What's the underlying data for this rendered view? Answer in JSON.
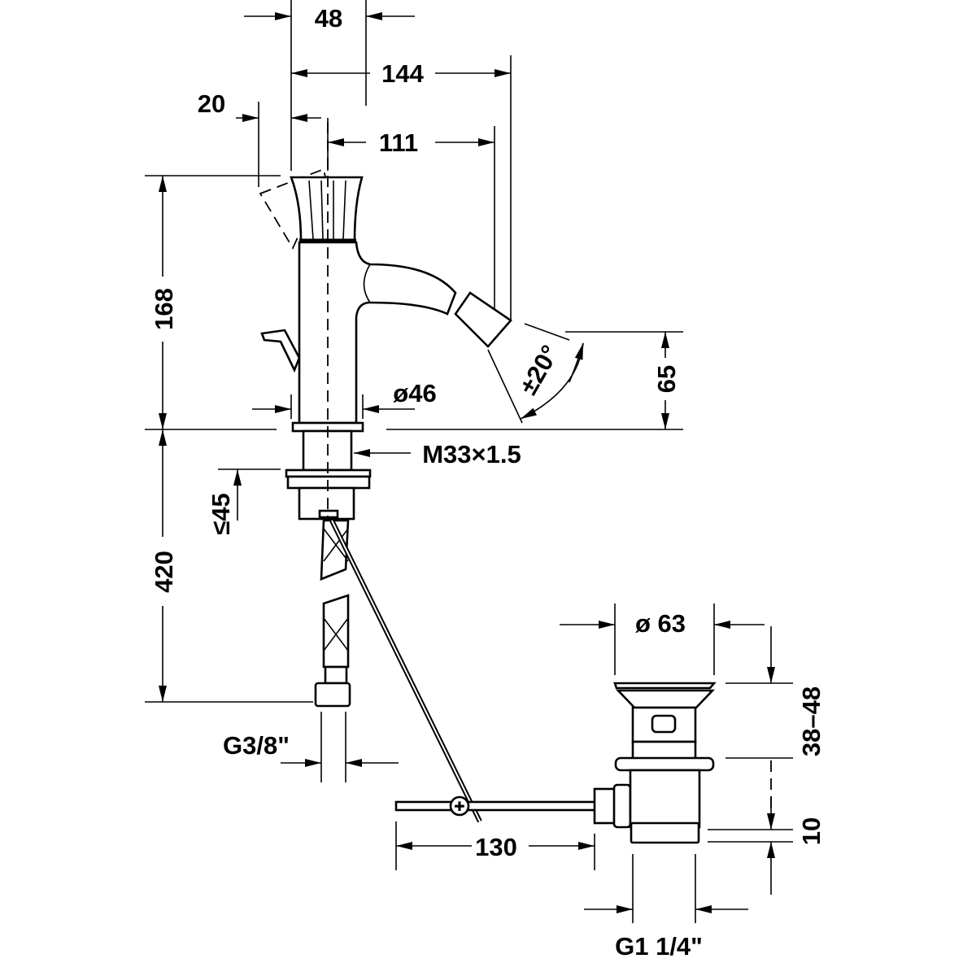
{
  "drawing": {
    "title": "Bidet mixer dimension drawing",
    "dimensions": {
      "handle_width": "48",
      "overall_depth": "144",
      "handle_tilt": "20",
      "spout_projection": "111",
      "height": "168",
      "body_diameter": "ø46",
      "spout_swivel": "±20°",
      "spout_height": "65",
      "thread": "M33×1.5",
      "max_deck_thickness": "≤45",
      "hose_length": "420",
      "hose_connection": "G3/8\"",
      "drain_diameter": "ø 63",
      "drain_height_range": "38–48",
      "drain_offset": "10",
      "rod_length": "130",
      "drain_thread": "G1 1/4\""
    }
  }
}
